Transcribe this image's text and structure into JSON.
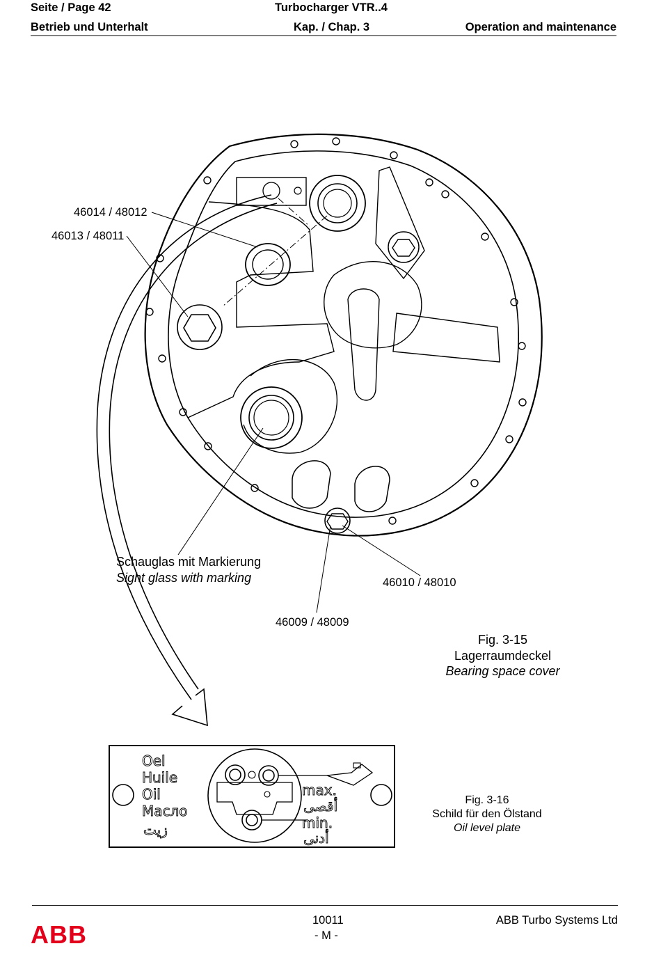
{
  "header": {
    "page": "Seite / Page  42",
    "product": "Turbocharger VTR..4",
    "section_de": "Betrieb und Unterhalt",
    "chapter": "Kap. / Chap. 3",
    "section_en": "Operation and maintenance"
  },
  "callouts": {
    "c1": "46014 / 48012",
    "c2": "46013 / 48011",
    "sight_glass_de": "Schauglas mit Markierung",
    "sight_glass_en": "Sight glass with marking",
    "c3": "46010 / 48010",
    "c4": "46009 / 48009"
  },
  "fig15": {
    "number": "Fig. 3-15",
    "title_de": "Lagerraumdeckel",
    "title_en": "Bearing space cover"
  },
  "plate": {
    "words": [
      "Oel",
      "Huile",
      "Oil",
      "Масло",
      "زيت"
    ],
    "max": "max.",
    "max_ar": "أقصى",
    "min": "min.",
    "min_ar": "أدنى"
  },
  "fig16": {
    "number": "Fig. 3-16",
    "title_de": "Schild für den Ölstand",
    "title_en": "Oil level plate"
  },
  "footer": {
    "doc_number": "10011",
    "revision": "- M -",
    "company": "ABB Turbo Systems Ltd",
    "logo": "ABB",
    "logo_color": "#e2001a"
  }
}
